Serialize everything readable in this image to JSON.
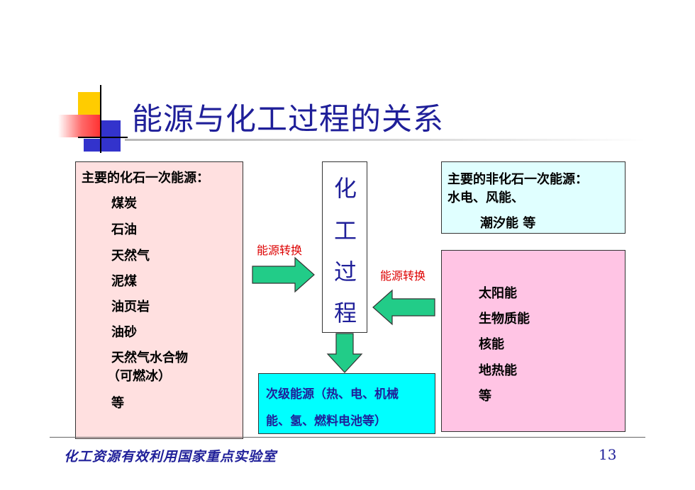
{
  "title": "能源与化工过程的关系",
  "fossil": {
    "heading": "主要的化石一次能源：",
    "items": [
      "煤炭",
      "石油",
      "天然气",
      "泥煤",
      "油页岩",
      "油砂",
      "天然气水合物",
      "（可燃冰）",
      "等"
    ]
  },
  "process": {
    "chars": [
      "化",
      "工",
      "过",
      "程"
    ]
  },
  "nonfossil": {
    "heading": "主要的非化石一次能源：",
    "line1": "水电、风能、",
    "line2": "潮汐能 等"
  },
  "renewable": {
    "items": [
      "太阳能",
      "生物质能",
      "核能",
      "地热能",
      "等"
    ]
  },
  "secondary": {
    "line1": "次级能源（热、电、机械",
    "line2": "能、氢、燃料电池等）"
  },
  "arrows": {
    "left_label": "能源转换",
    "right_label": "能源转换"
  },
  "footer": {
    "lab": "化工资源有效利用国家重点实验室",
    "page": "13"
  },
  "colors": {
    "title": "#1f1f99",
    "fossil_bg": "#ffe0e0",
    "nonfossil_bg": "#e0ffff",
    "renewable_bg": "#ffc4e4",
    "secondary_bg": "#00ffff",
    "arrow_fill": "#22cc88",
    "label": "#dd0000"
  }
}
